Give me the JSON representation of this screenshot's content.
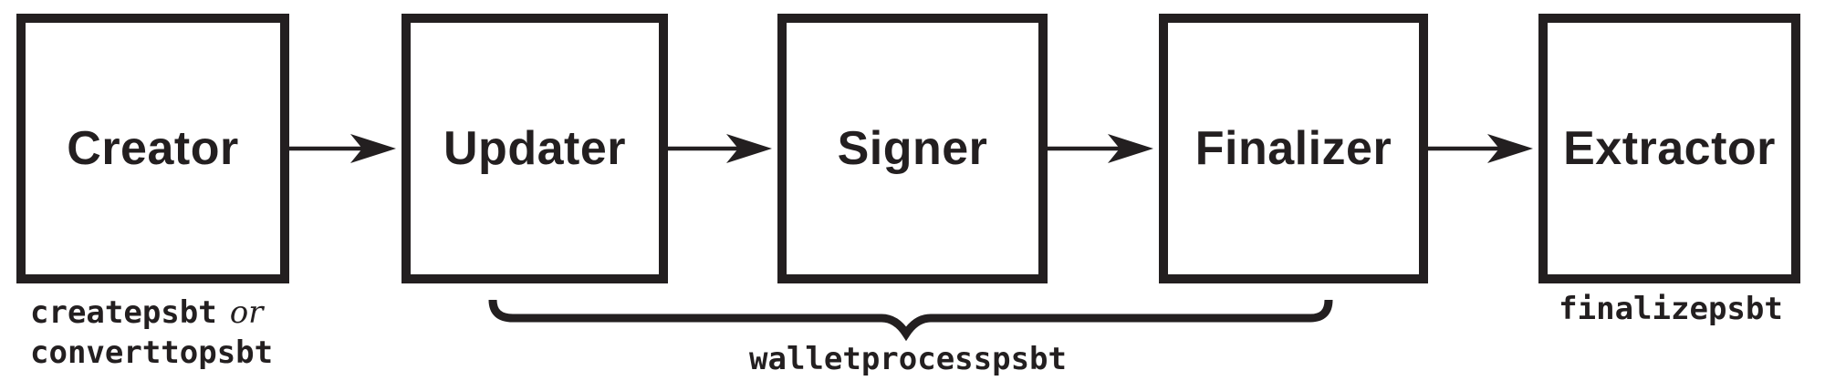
{
  "diagram": {
    "name": "psbt-roles-workflow",
    "colors": {
      "ink": "#231f20",
      "background": "#ffffff"
    },
    "boxes": [
      {
        "id": "creator",
        "label": "Creator"
      },
      {
        "id": "updater",
        "label": "Updater"
      },
      {
        "id": "signer",
        "label": "Signer"
      },
      {
        "id": "finalizer",
        "label": "Finalizer"
      },
      {
        "id": "extractor",
        "label": "Extractor"
      }
    ],
    "flow": [
      {
        "from": "Creator",
        "to": "Updater"
      },
      {
        "from": "Updater",
        "to": "Signer"
      },
      {
        "from": "Signer",
        "to": "Finalizer"
      },
      {
        "from": "Finalizer",
        "to": "Extractor"
      }
    ],
    "captions": {
      "creator": {
        "code_primary": "createpsbt",
        "conjunction": "or",
        "code_secondary": "converttopsbt"
      },
      "wallet_brace": {
        "code": "walletprocesspsbt",
        "covers": [
          "Updater",
          "Signer",
          "Finalizer"
        ]
      },
      "extractor": {
        "code": "finalizepsbt"
      }
    }
  }
}
